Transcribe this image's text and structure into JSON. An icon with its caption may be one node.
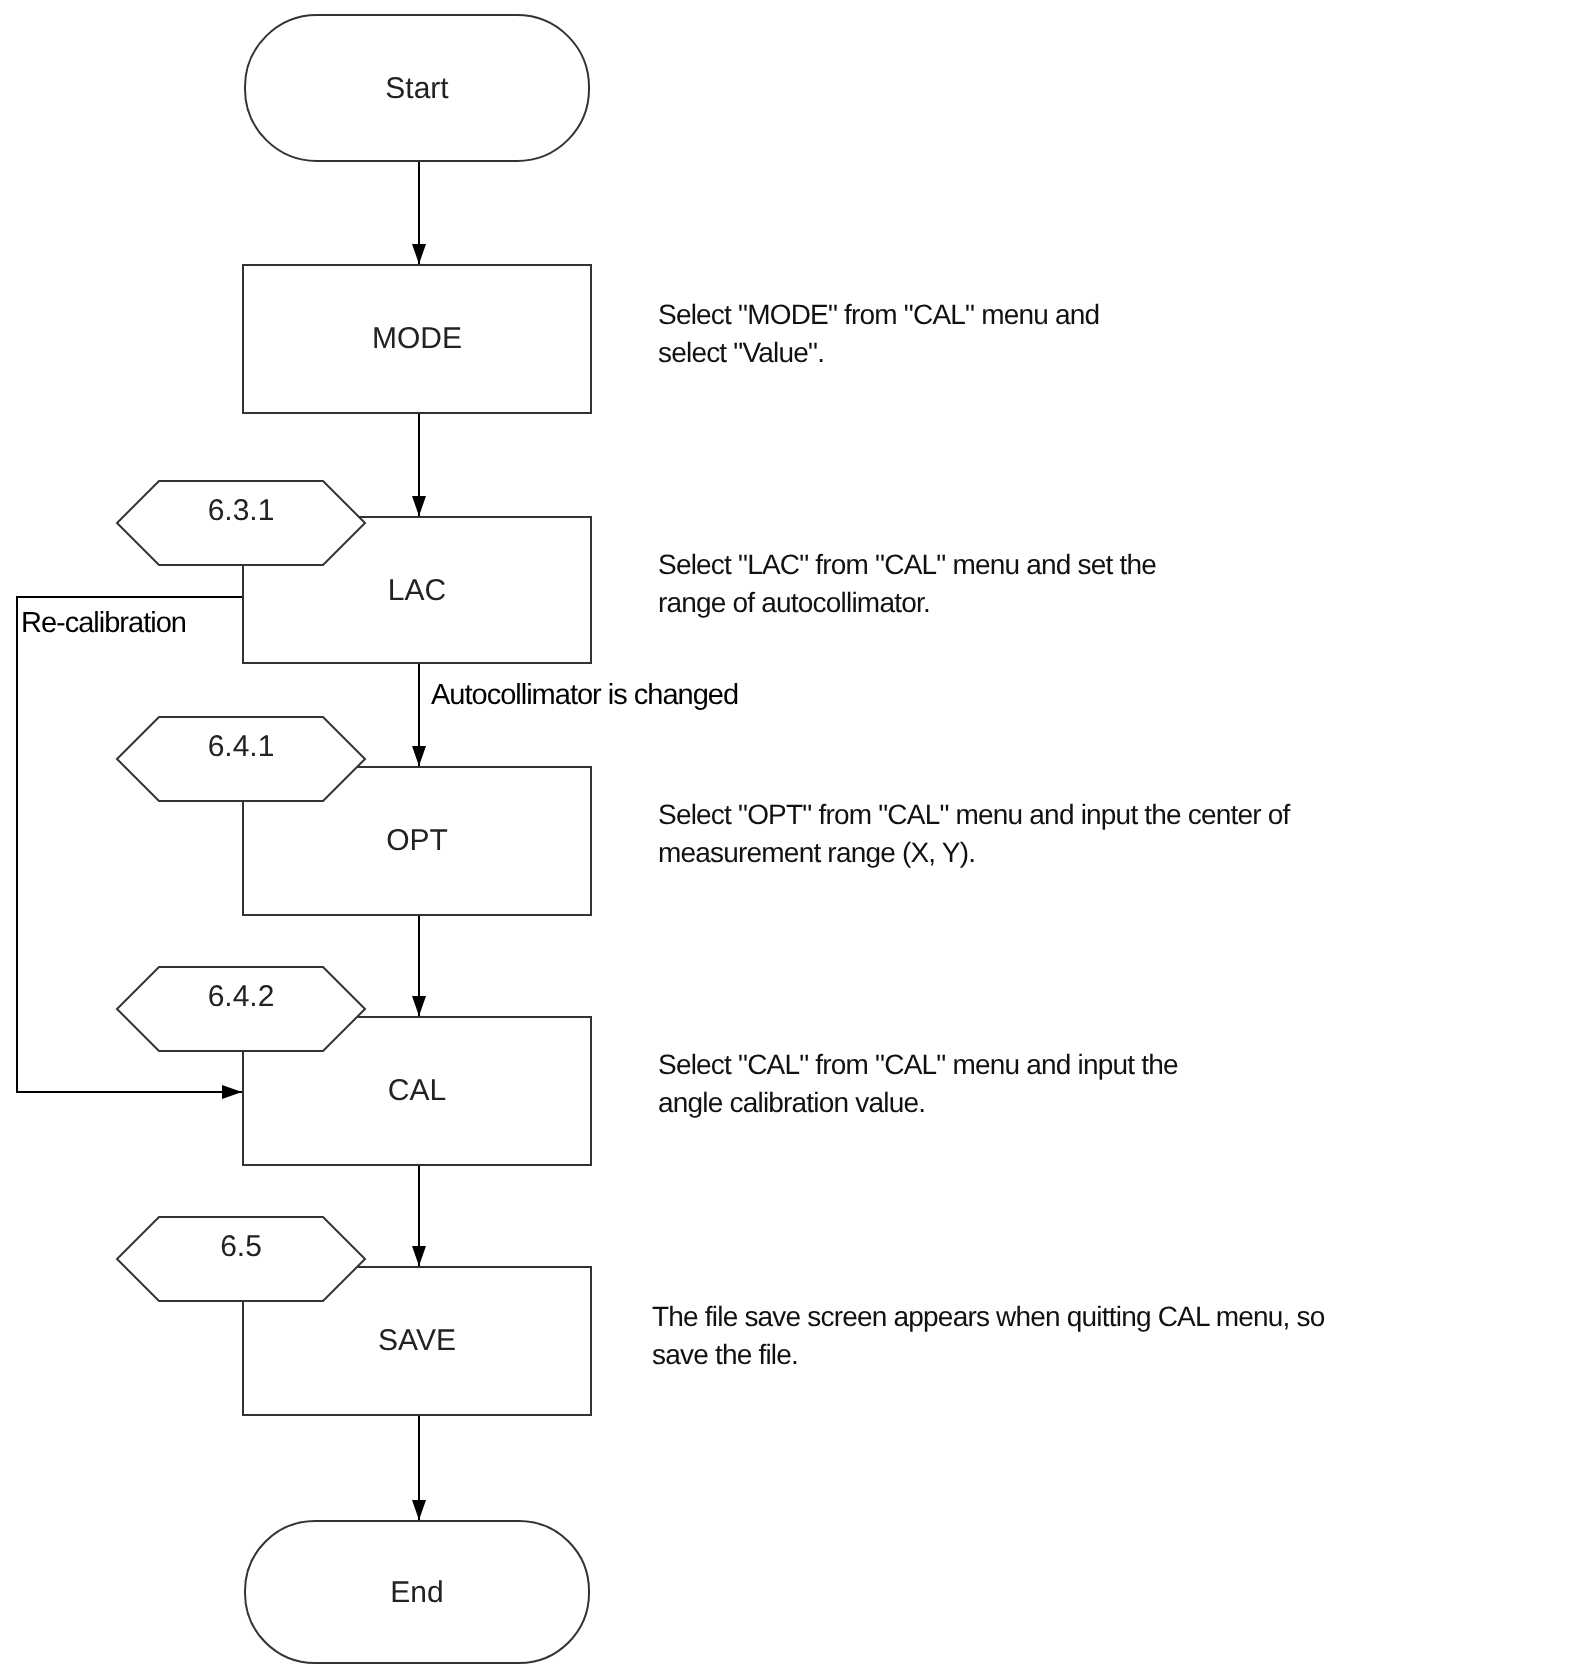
{
  "diagram": {
    "nodes": [
      {
        "text": [
          "Start"
        ]
      },
      {
        "text": [
          "MODE"
        ],
        "beside": [
          "Select \"MODE\" from \"CAL\" menu and select \"Value\"."
        ]
      },
      {
        "text": [
          "6.3.1"
        ]
      },
      {
        "text": [
          "LAC"
        ],
        "beside": [
          "Select \"LAC\" from \"CAL\" menu and set the range of autocollimator."
        ]
      },
      {
        "text": [
          "6.4.1"
        ]
      },
      {
        "text": [
          "OPT"
        ],
        "beside": [
          "Select \"OPT\" from \"CAL\" menu and input the center of measurement range (X, Y)."
        ]
      },
      {
        "text": [
          "6.4.2"
        ]
      },
      {
        "text": [
          "CAL"
        ],
        "beside": [
          "Select \"CAL\" from \"CAL\" menu and input the angle calibration value."
        ]
      },
      {
        "text": [
          "6.5"
        ]
      },
      {
        "text": [
          "SAVE"
        ],
        "beside": [
          "The file save screen appears when quitting CAL menu, so save the file."
        ]
      },
      {
        "text": [
          "End"
        ]
      }
    ],
    "edges": [
      {
        "from": 0,
        "to": 1,
        "arrow": "to"
      },
      {
        "from": 1,
        "to": 3,
        "arrow": "to"
      },
      {
        "from": 3,
        "to": 5,
        "arrow": "to",
        "label": "Autocollimator is changed"
      },
      {
        "from": 5,
        "to": 7,
        "arrow": "to"
      },
      {
        "from": 7,
        "to": 9,
        "arrow": "to"
      },
      {
        "from": 9,
        "to": 10,
        "arrow": "to"
      },
      {
        "from": 3,
        "to": 7,
        "arrow": "to",
        "label": "Re-calibration"
      }
    ]
  }
}
